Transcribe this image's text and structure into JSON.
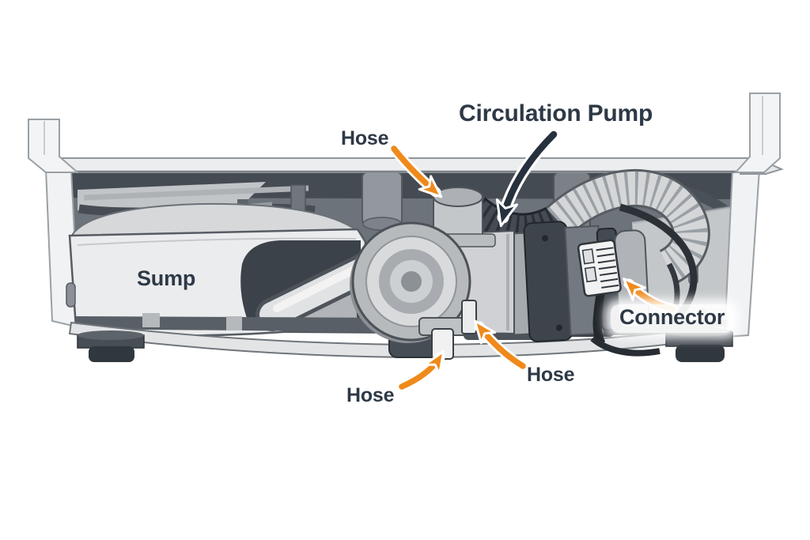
{
  "diagram": {
    "subject": "dishwasher-underside-circulation-pump-cutaway",
    "labels": {
      "circulation_pump": "Circulation Pump",
      "hose_top": "Hose",
      "sump": "Sump",
      "connector": "Connector",
      "hose_bottom_left": "Hose",
      "hose_bottom_center": "Hose"
    },
    "colors": {
      "arrow_accent": "#EF8A1B",
      "arrow_dark": "#27313E",
      "label_text": "#2E3946",
      "machine_light": "#ECEDEE",
      "machine_dark": "#6D737A"
    }
  }
}
